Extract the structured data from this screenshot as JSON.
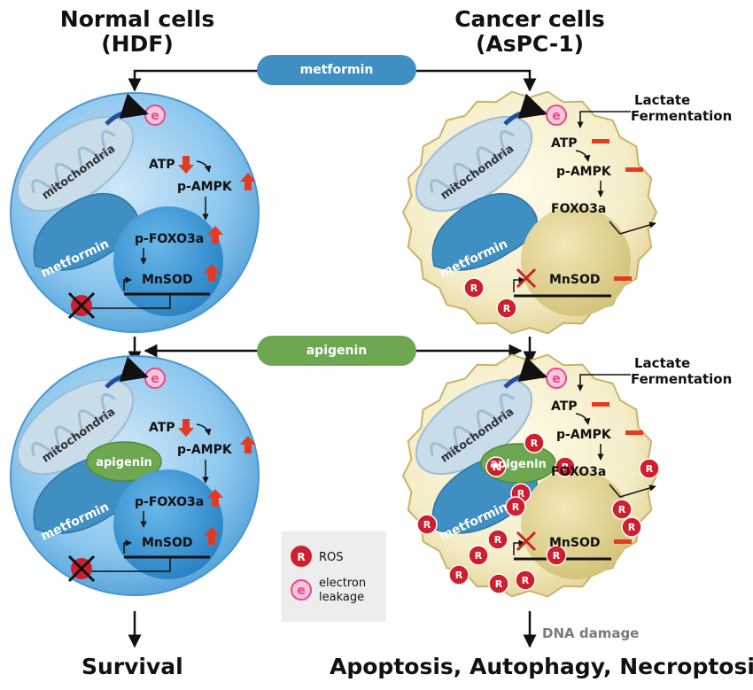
{
  "titles": {
    "normal": [
      "Normal cells",
      "(HDF)"
    ],
    "cancer": [
      "Cancer cells",
      "(AsPC-1)"
    ]
  },
  "drugs": {
    "metformin": "metformin",
    "apigenin": "apigenin"
  },
  "labels": {
    "mitochondria": "mitochondria",
    "electron": "e",
    "ros": "R",
    "atp": "ATP",
    "p_ampk": "p-AMPK",
    "p_foxo3a": "p-FOXO3a",
    "foxo3a": "FOXO3a",
    "mnsod": "MnSOD",
    "lactate": [
      "Lactate",
      "Fermentation"
    ],
    "dna_damage": "DNA damage"
  },
  "legend": {
    "ros": "ROS",
    "electron_leakage": [
      "electron",
      "leakage"
    ]
  },
  "outcomes": {
    "normal": "Survival",
    "cancer": "Apoptosis, Autophagy, Necroptosis"
  },
  "colors": {
    "normal_cell": "#6fb5e8",
    "normal_nucleus": "#2f8fd0",
    "cancer_cell": "#f3ebc3",
    "cancer_nucleus": "#ddd08b",
    "metformin_pill": "#3f8fc3",
    "apigenin_pill": "#6da751",
    "mitochondria": "#b8d4e8",
    "ros": "#cf1f2f",
    "electron": "#e9488a",
    "up_arrow": "#e23b22",
    "dash": "#e23b22"
  }
}
